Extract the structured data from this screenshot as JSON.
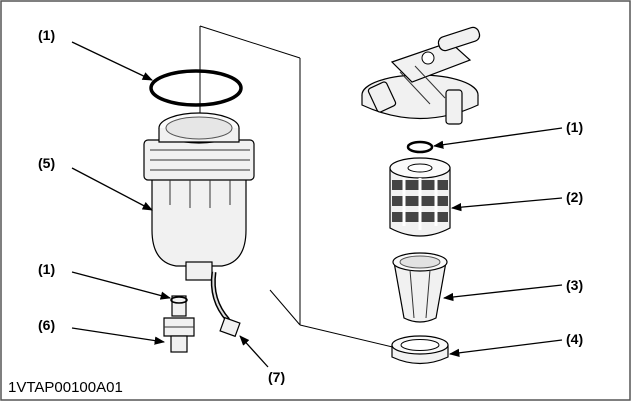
{
  "diagram": {
    "figure_code": "1VTAP00100A01",
    "callouts": {
      "o_ring_large": "(1)",
      "fuel_cup": "(5)",
      "drain_plug_o_ring": "(1)",
      "drain_plug": "(6)",
      "sensor": "(7)",
      "o_ring_small": "(1)",
      "filter_element": "(2)",
      "element_holder": "(3)",
      "retaining_ring": "(4)"
    }
  }
}
